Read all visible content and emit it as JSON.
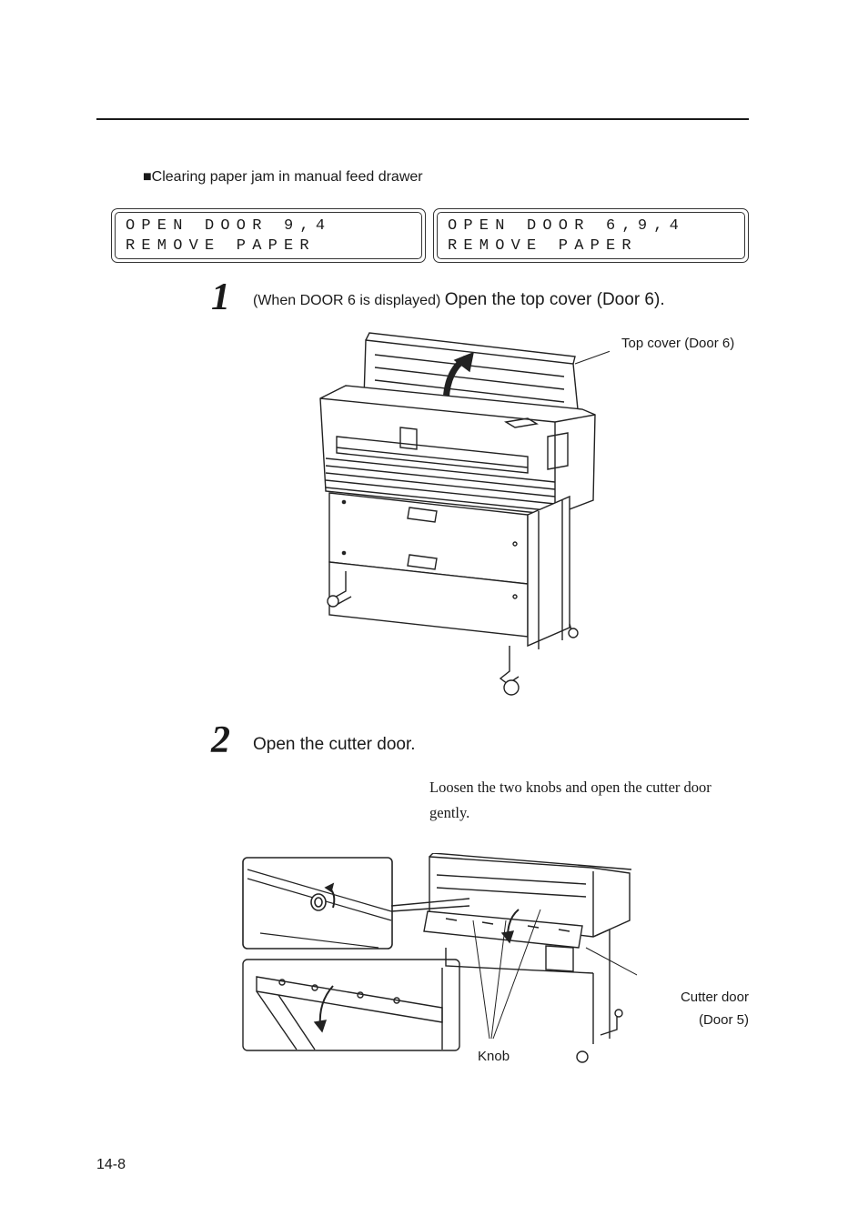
{
  "section_title": "■Clearing paper jam in manual feed drawer",
  "lcd_panels": [
    {
      "line1": "OPEN DOOR 9,4",
      "line2": "REMOVE PAPER"
    },
    {
      "line1": "OPEN DOOR 6,9,4",
      "line2": "REMOVE PAPER"
    }
  ],
  "steps": [
    {
      "number": "1",
      "prefix": "(When DOOR 6 is displayed)",
      "text": "Open the top cover (Door 6)."
    },
    {
      "number": "2",
      "text": "Open the cutter door.",
      "note": "Loosen the two knobs and open the cutter door gently."
    }
  ],
  "callouts": {
    "top_cover": "Top cover (Door 6)",
    "cutter_door_line1": "Cutter door",
    "cutter_door_line2": "(Door 5)",
    "knob": "Knob"
  },
  "page_number": "14-8"
}
